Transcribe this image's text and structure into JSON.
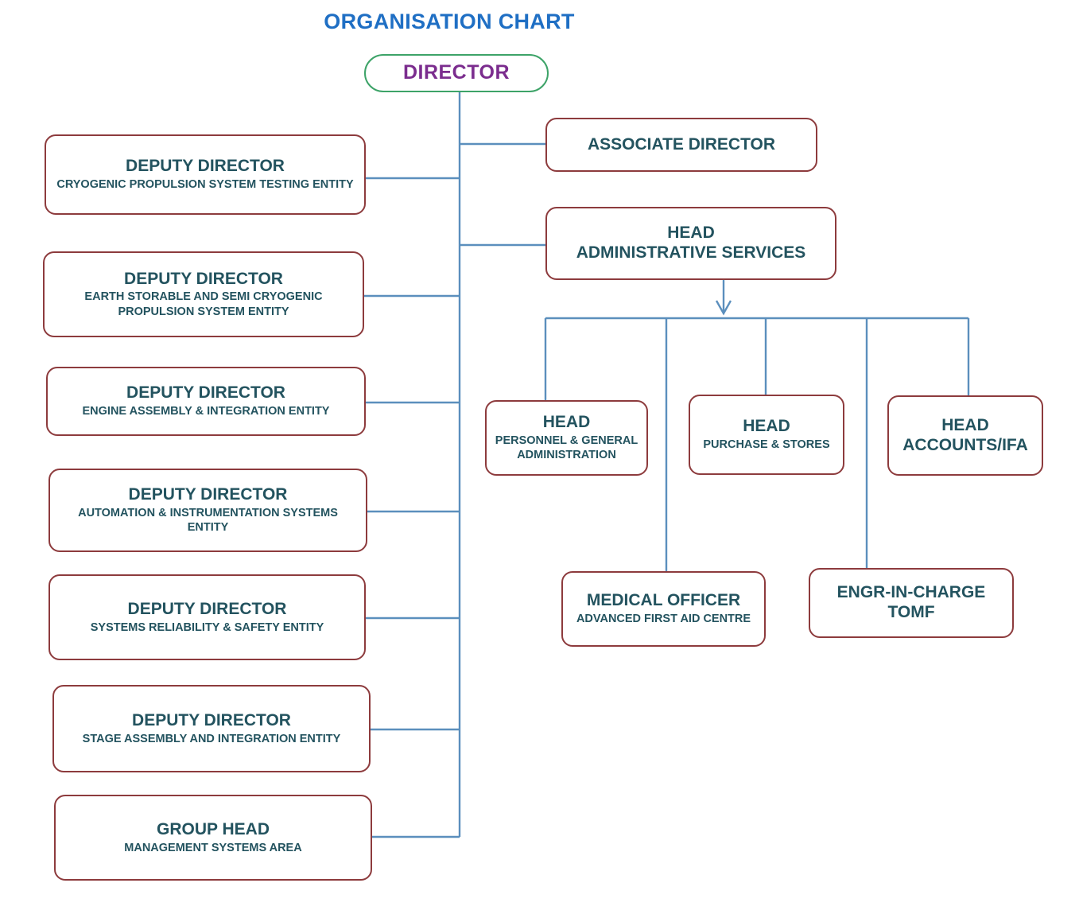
{
  "title": "ORGANISATION CHART",
  "colors": {
    "title": "#1f6fc4",
    "box_border": "#8d3b3d",
    "box_text": "#23535f",
    "director_border": "#3da368",
    "director_text": "#7b2d8e",
    "connector": "#5b8fbd",
    "background": "#ffffff"
  },
  "chart_data": {
    "type": "diagram",
    "title": "ORGANISATION CHART",
    "nodes": [
      {
        "id": "director",
        "line1": "DIRECTOR",
        "line2": ""
      },
      {
        "id": "associate-director",
        "line1": "ASSOCIATE DIRECTOR",
        "line2": ""
      },
      {
        "id": "head-administrative-services",
        "line1": "HEAD",
        "line2": "ADMINISTRATIVE SERVICES"
      },
      {
        "id": "dd-cryogenic-propulsion-system-testing",
        "line1": "DEPUTY DIRECTOR",
        "line2": "CRYOGENIC PROPULSION SYSTEM TESTING ENTITY"
      },
      {
        "id": "dd-earth-storable-semi-cryogenic",
        "line1": "DEPUTY DIRECTOR",
        "line2": "EARTH STORABLE AND SEMI CRYOGENIC PROPULSION SYSTEM ENTITY"
      },
      {
        "id": "dd-engine-assembly-integration",
        "line1": "DEPUTY DIRECTOR",
        "line2": "ENGINE ASSEMBLY &amp; INTEGRATION ENTITY"
      },
      {
        "id": "dd-automation-instrumentation",
        "line1": "DEPUTY DIRECTOR",
        "line2": "AUTOMATION &amp; INSTRUMENTATION SYSTEMS ENTITY"
      },
      {
        "id": "dd-systems-reliability-safety",
        "line1": "DEPUTY DIRECTOR",
        "line2": "SYSTEMS RELIABILITY &amp; SAFETY ENTITY"
      },
      {
        "id": "dd-stage-assembly-integration",
        "line1": "DEPUTY DIRECTOR",
        "line2": "STAGE ASSEMBLY AND INTEGRATION ENTITY"
      },
      {
        "id": "group-head-management-systems",
        "line1": "GROUP HEAD",
        "line2": "MANAGEMENT SYSTEMS AREA"
      },
      {
        "id": "head-personnel-general-administration",
        "line1": "HEAD",
        "line2": "PERSONNEL &amp; GENERAL ADMINISTRATION"
      },
      {
        "id": "head-purchase-stores",
        "line1": "HEAD",
        "line2": "PURCHASE &amp; STORES"
      },
      {
        "id": "head-accounts-ifa",
        "line1": "HEAD",
        "line2": "ACCOUNTS/IFA"
      },
      {
        "id": "medical-officer",
        "line1": "MEDICAL OFFICER",
        "line2": "ADVANCED FIRST AID CENTRE"
      },
      {
        "id": "engr-in-charge-tomf",
        "line1": "ENGR-IN-CHARGE",
        "line2": "TOMF"
      }
    ],
    "edges": [
      {
        "from": "director",
        "to": "associate-director"
      },
      {
        "from": "director",
        "to": "head-administrative-services"
      },
      {
        "from": "director",
        "to": "dd-cryogenic-propulsion-system-testing"
      },
      {
        "from": "director",
        "to": "dd-earth-storable-semi-cryogenic"
      },
      {
        "from": "director",
        "to": "dd-engine-assembly-integration"
      },
      {
        "from": "director",
        "to": "dd-automation-instrumentation"
      },
      {
        "from": "director",
        "to": "dd-systems-reliability-safety"
      },
      {
        "from": "director",
        "to": "dd-stage-assembly-integration"
      },
      {
        "from": "director",
        "to": "group-head-management-systems"
      },
      {
        "from": "head-administrative-services",
        "to": "head-personnel-general-administration"
      },
      {
        "from": "head-administrative-services",
        "to": "head-purchase-stores"
      },
      {
        "from": "head-administrative-services",
        "to": "head-accounts-ifa"
      },
      {
        "from": "head-administrative-services",
        "to": "medical-officer"
      },
      {
        "from": "head-administrative-services",
        "to": "engr-in-charge-tomf"
      }
    ]
  },
  "nodes": {
    "director": {
      "line1": "DIRECTOR",
      "line2": ""
    },
    "associate_director": {
      "line1": "ASSOCIATE DIRECTOR",
      "line2": ""
    },
    "head_admin_services": {
      "line1": "HEAD",
      "line2": "ADMINISTRATIVE SERVICES"
    },
    "dd_cryogenic": {
      "line1": "DEPUTY DIRECTOR",
      "line2": "CRYOGENIC PROPULSION SYSTEM TESTING ENTITY"
    },
    "dd_earth_storable": {
      "line1": "DEPUTY DIRECTOR",
      "line2": "EARTH STORABLE AND SEMI CRYOGENIC PROPULSION SYSTEM ENTITY"
    },
    "dd_engine_assembly": {
      "line1": "DEPUTY DIRECTOR",
      "line2": "ENGINE ASSEMBLY & INTEGRATION ENTITY"
    },
    "dd_automation": {
      "line1": "DEPUTY DIRECTOR",
      "line2": "AUTOMATION & INSTRUMENTATION SYSTEMS ENTITY"
    },
    "dd_reliability": {
      "line1": "DEPUTY DIRECTOR",
      "line2": "SYSTEMS RELIABILITY & SAFETY ENTITY"
    },
    "dd_stage_assembly": {
      "line1": "DEPUTY DIRECTOR",
      "line2": "STAGE ASSEMBLY AND INTEGRATION ENTITY"
    },
    "group_head": {
      "line1": "GROUP HEAD",
      "line2": "MANAGEMENT SYSTEMS AREA"
    },
    "head_personnel": {
      "line1": "HEAD",
      "line2": "PERSONNEL & GENERAL ADMINISTRATION"
    },
    "head_purchase": {
      "line1": "HEAD",
      "line2": "PURCHASE & STORES"
    },
    "head_accounts": {
      "line1": "HEAD",
      "line2": "ACCOUNTS/IFA"
    },
    "medical_officer": {
      "line1": "MEDICAL OFFICER",
      "line2": "ADVANCED FIRST AID CENTRE"
    },
    "engr_in_charge": {
      "line1": "ENGR-IN-CHARGE",
      "line2": "TOMF"
    }
  }
}
